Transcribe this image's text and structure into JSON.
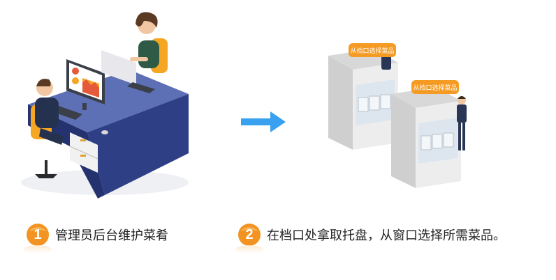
{
  "steps": [
    {
      "number": "1",
      "text": "管理员后台维护菜肴"
    },
    {
      "number": "2",
      "text": "在档口处拿取托盘，从窗口选择所需菜品。"
    }
  ],
  "stall_signs": [
    "从档口选择菜品",
    "从档口选择菜品"
  ],
  "colors": {
    "badge_orange": "#f39321",
    "arrow_blue": "#3aa0f0",
    "desk_navy": "#2e3f86",
    "stall_gray": "#e9e9e9",
    "sign_orange": "#f59a23"
  }
}
